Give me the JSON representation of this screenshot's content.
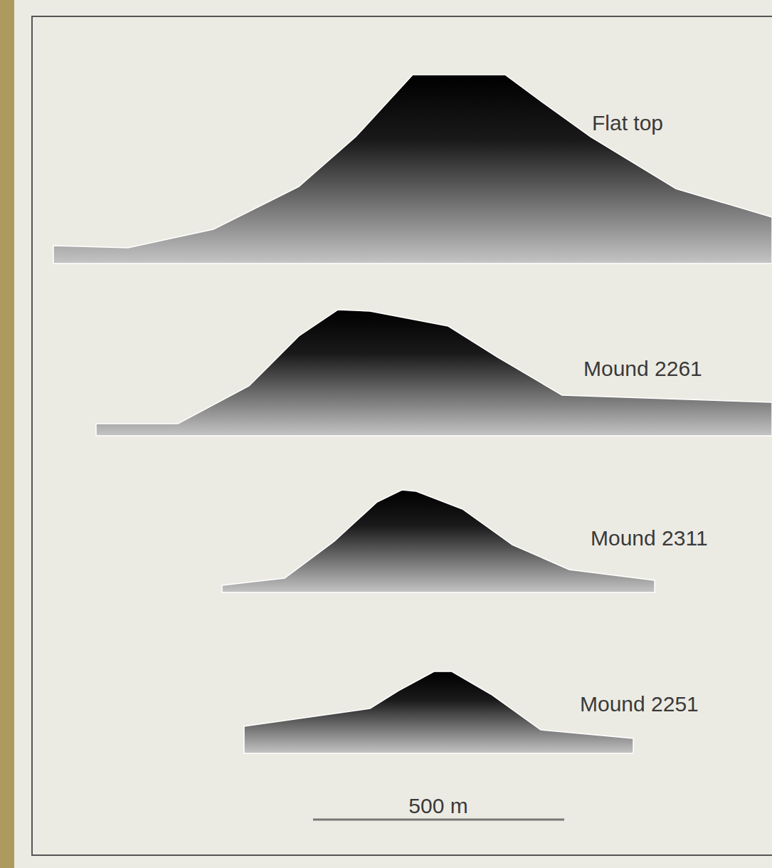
{
  "diagram": {
    "labels": [
      "Flat top",
      "Mound 2261",
      "Mound 2311",
      "Mound 2251",
      "500 m"
    ]
  }
}
